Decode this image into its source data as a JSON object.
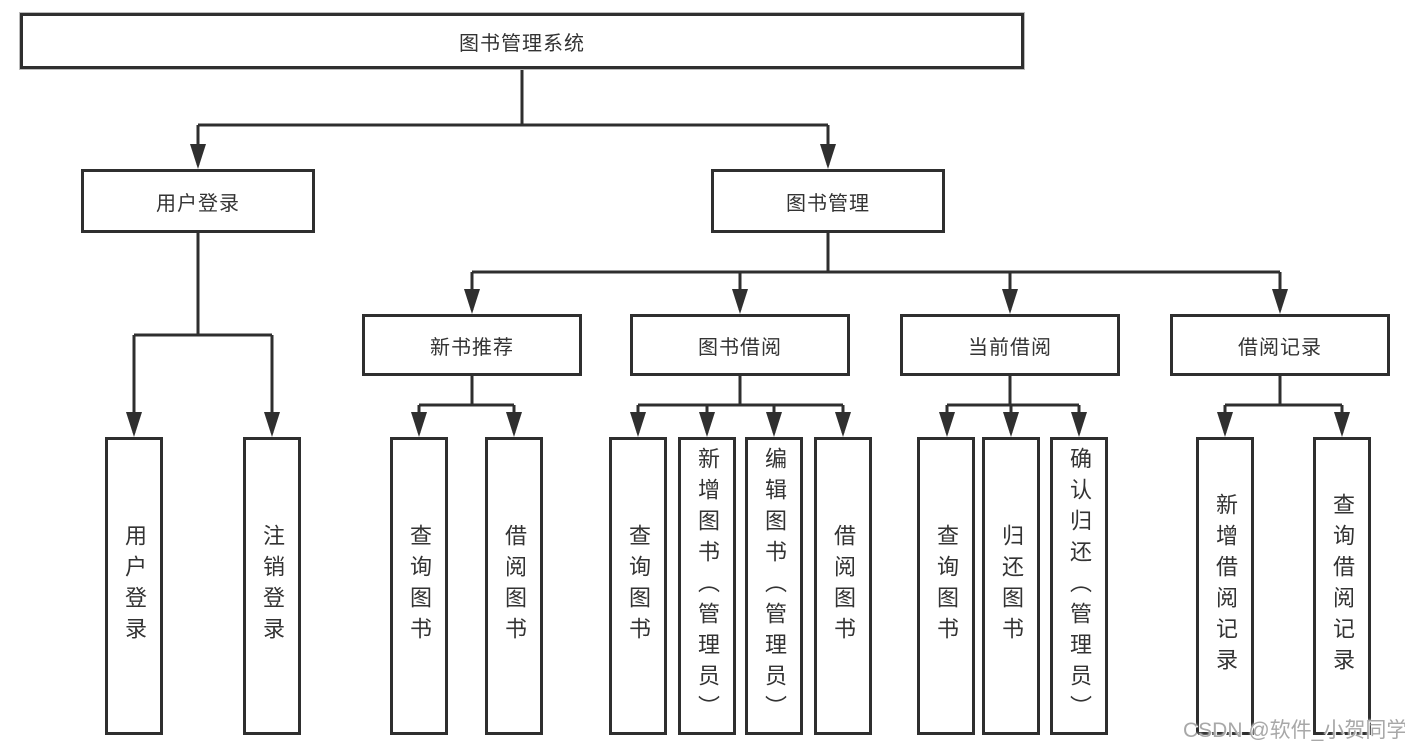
{
  "diagram": {
    "title": "图书管理系统",
    "type": "function-structure-tree"
  },
  "colors": {
    "line": "#2f2f2f",
    "box_border": "#2f2f2f",
    "text": "#333333",
    "watermark": "#a8a8a8",
    "background": "#ffffff"
  },
  "watermark": {
    "text": "CSDN @软件_小贺同学"
  },
  "tree": {
    "label": "图书管理系统",
    "children": [
      {
        "label": "用户登录",
        "children": [
          {
            "label": "用户登录"
          },
          {
            "label": "注销登录"
          }
        ]
      },
      {
        "label": "图书管理",
        "children": [
          {
            "label": "新书推荐",
            "children": [
              {
                "label": "查询图书"
              },
              {
                "label": "借阅图书"
              }
            ]
          },
          {
            "label": "图书借阅",
            "children": [
              {
                "label": "查询图书"
              },
              {
                "label": "新增图书（管理员）"
              },
              {
                "label": "编辑图书（管理员）"
              },
              {
                "label": "借阅图书"
              }
            ]
          },
          {
            "label": "当前借阅",
            "children": [
              {
                "label": "查询图书"
              },
              {
                "label": "归还图书"
              },
              {
                "label": "确认归还（管理员）"
              }
            ]
          },
          {
            "label": "借阅记录",
            "children": [
              {
                "label": "新增借阅记录"
              },
              {
                "label": "查询借阅记录"
              }
            ]
          }
        ]
      }
    ]
  }
}
